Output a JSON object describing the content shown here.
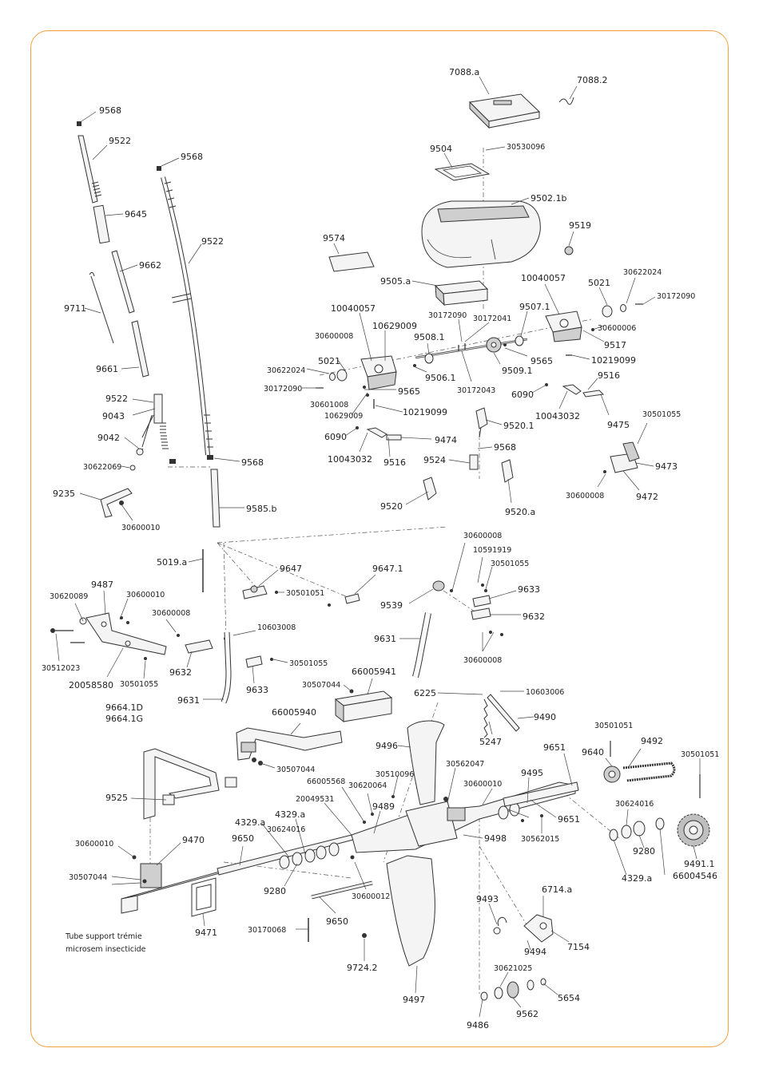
{
  "labels": {
    "l7088a": "7088.a",
    "l7088_2": "7088.2",
    "l9504": "9504",
    "l30530096": "30530096",
    "l9502_1b": "9502.1b",
    "l9519": "9519",
    "l9574": "9574",
    "l9505a": "9505.a",
    "l10040057a": "10040057",
    "l10040057b": "10040057",
    "l5021a": "5021",
    "l5021b": "5021",
    "l30622024a": "30622024",
    "l30622024b": "30622024",
    "l30172090a": "30172090",
    "l30172090b": "30172090",
    "l30172090c": "30172090",
    "l9507_1": "9507.1",
    "l30172041": "30172041",
    "l30600006": "30600006",
    "l9517": "9517",
    "l10629009a": "10629009",
    "l10629009b": "10629009",
    "l9508_1": "9508.1",
    "l30600008a": "30600008",
    "l9565a": "9565",
    "l9565b": "9565",
    "l10219099a": "10219099",
    "l10219099b": "10219099",
    "l9506_1": "9506.1",
    "l30172043": "30172043",
    "l9509_1": "9509.1",
    "l9516a": "9516",
    "l9516b": "9516",
    "l6090a": "6090",
    "l6090b": "6090",
    "l10043032a": "10043032",
    "l10043032b": "10043032",
    "l9475": "9475",
    "l30501055a": "30501055",
    "l30601008": "30601008",
    "l9520_1": "9520.1",
    "l9474": "9474",
    "l9568d": "9568",
    "l9524": "9524",
    "l9473": "9473",
    "l30600008b": "30600008",
    "l9472": "9472",
    "l9520": "9520",
    "l9520a": "9520.a",
    "l9568a": "9568",
    "l9522a": "9522",
    "l9568b": "9568",
    "l9645": "9645",
    "l9522b": "9522",
    "l9662": "9662",
    "l9711": "9711",
    "l9661": "9661",
    "l9522c": "9522",
    "l9043": "9043",
    "l9042": "9042",
    "l30622069": "30622069",
    "l9568c": "9568",
    "l9235": "9235",
    "l30600010a": "30600010",
    "l9585b": "9585.b",
    "l5019a": "5019.a",
    "l9647": "9647",
    "l9647_1": "9647.1",
    "l30501051a": "30501051",
    "l30600008c": "30600008",
    "l10591919": "10591919",
    "l30501055b": "30501055",
    "l9633a": "9633",
    "l9539": "9539",
    "l9632a": "9632",
    "l9631a": "9631",
    "l30600008d": "30600008",
    "l9487": "9487",
    "l30620089": "30620089",
    "l30600010b": "30600010",
    "l30600008e": "30600008",
    "l10603008": "10603008",
    "l30512023": "30512023",
    "l20058580": "20058580",
    "l30501055c": "30501055",
    "l9632b": "9632",
    "l30501055d": "30501055",
    "l9633b": "9633",
    "l9631b": "9631",
    "l66005941": "66005941",
    "l30507044a": "30507044",
    "l6225": "6225",
    "l10603006": "10603006",
    "l9490": "9490",
    "l5247": "5247",
    "l9664_1d": "9664.1D",
    "l9664_1g": "9664.1G",
    "l66005940": "66005940",
    "l30507044b": "30507044",
    "l9496": "9496",
    "l30501051b": "30501051",
    "l9492": "9492",
    "l30501051c": "30501051",
    "l9651a": "9651",
    "l9640": "9640",
    "l9495": "9495",
    "l30562047": "30562047",
    "l30510096": "30510096",
    "l30620064": "30620064",
    "l66005568": "66005568",
    "l30600010c": "30600010",
    "l9525": "9525",
    "l20049531": "20049531",
    "l9489": "9489",
    "l4329a1": "4329.a",
    "l4329a2": "4329.a",
    "l30624016a": "30624016",
    "l30624016b": "30624016",
    "l9651b": "9651",
    "l9498": "9498",
    "l30562015": "30562015",
    "l9280a": "9280",
    "l9280b": "9280",
    "l9491_1": "9491.1",
    "l66004546": "66004546",
    "l4329a3": "4329.a",
    "l30600010d": "30600010",
    "l9470": "9470",
    "l9650a": "9650",
    "l30507044c": "30507044",
    "l30600012": "30600012",
    "l9493": "9493",
    "l6714a": "6714.a",
    "l9471": "9471",
    "l9650b": "9650",
    "l30170068": "30170068",
    "l9494": "9494",
    "l7154": "7154",
    "l9724_2": "9724.2",
    "l9497": "9497",
    "l30621025": "30621025",
    "l5654": "5654",
    "l9486": "9486",
    "l9562": "9562",
    "tube_line1": "Tube support trémie",
    "tube_line2": "microsem insecticide"
  }
}
